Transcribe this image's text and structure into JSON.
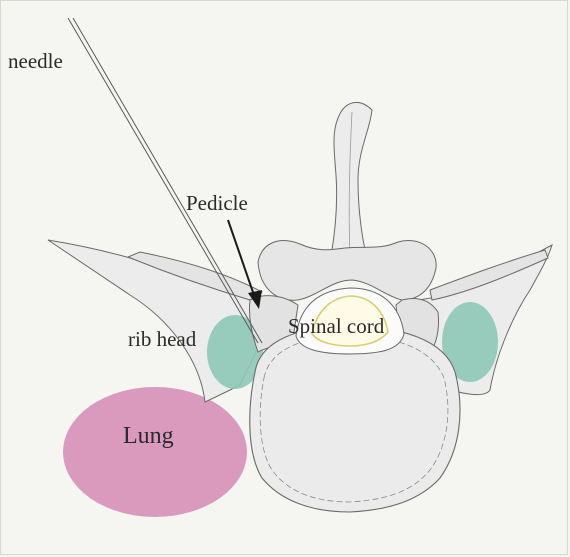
{
  "labels": {
    "needle": "needle",
    "pedicle": "Pedicle",
    "spinal_cord": "Spinal cord",
    "rib_head": "rib head",
    "lung": "Lung"
  },
  "colors": {
    "background": "#f5f5f2",
    "bone_fill": "#e9e9e9",
    "bone_outline": "#6a6a6a",
    "rib_head_fill": "#8ec9b8",
    "lung_fill": "#d58ab4",
    "cord_outline": "#d8cf72",
    "text": "#2a2a2a"
  }
}
